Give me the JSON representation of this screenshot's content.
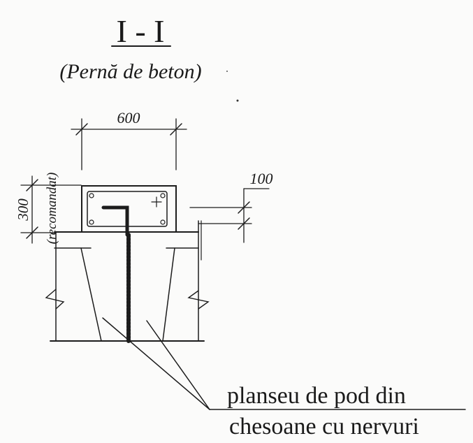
{
  "section": {
    "title": "I - I",
    "subtitle": "(Pernă de beton)"
  },
  "dimensions": {
    "width_label": "600",
    "height_label": "300",
    "height_note": "(recomandat)",
    "offset_label": "100"
  },
  "callout": {
    "line1": "planseu de pod din",
    "line2": "chesoane cu nervuri"
  },
  "colors": {
    "ink": "#1c1c1c",
    "paper": "#fbfbfa"
  }
}
